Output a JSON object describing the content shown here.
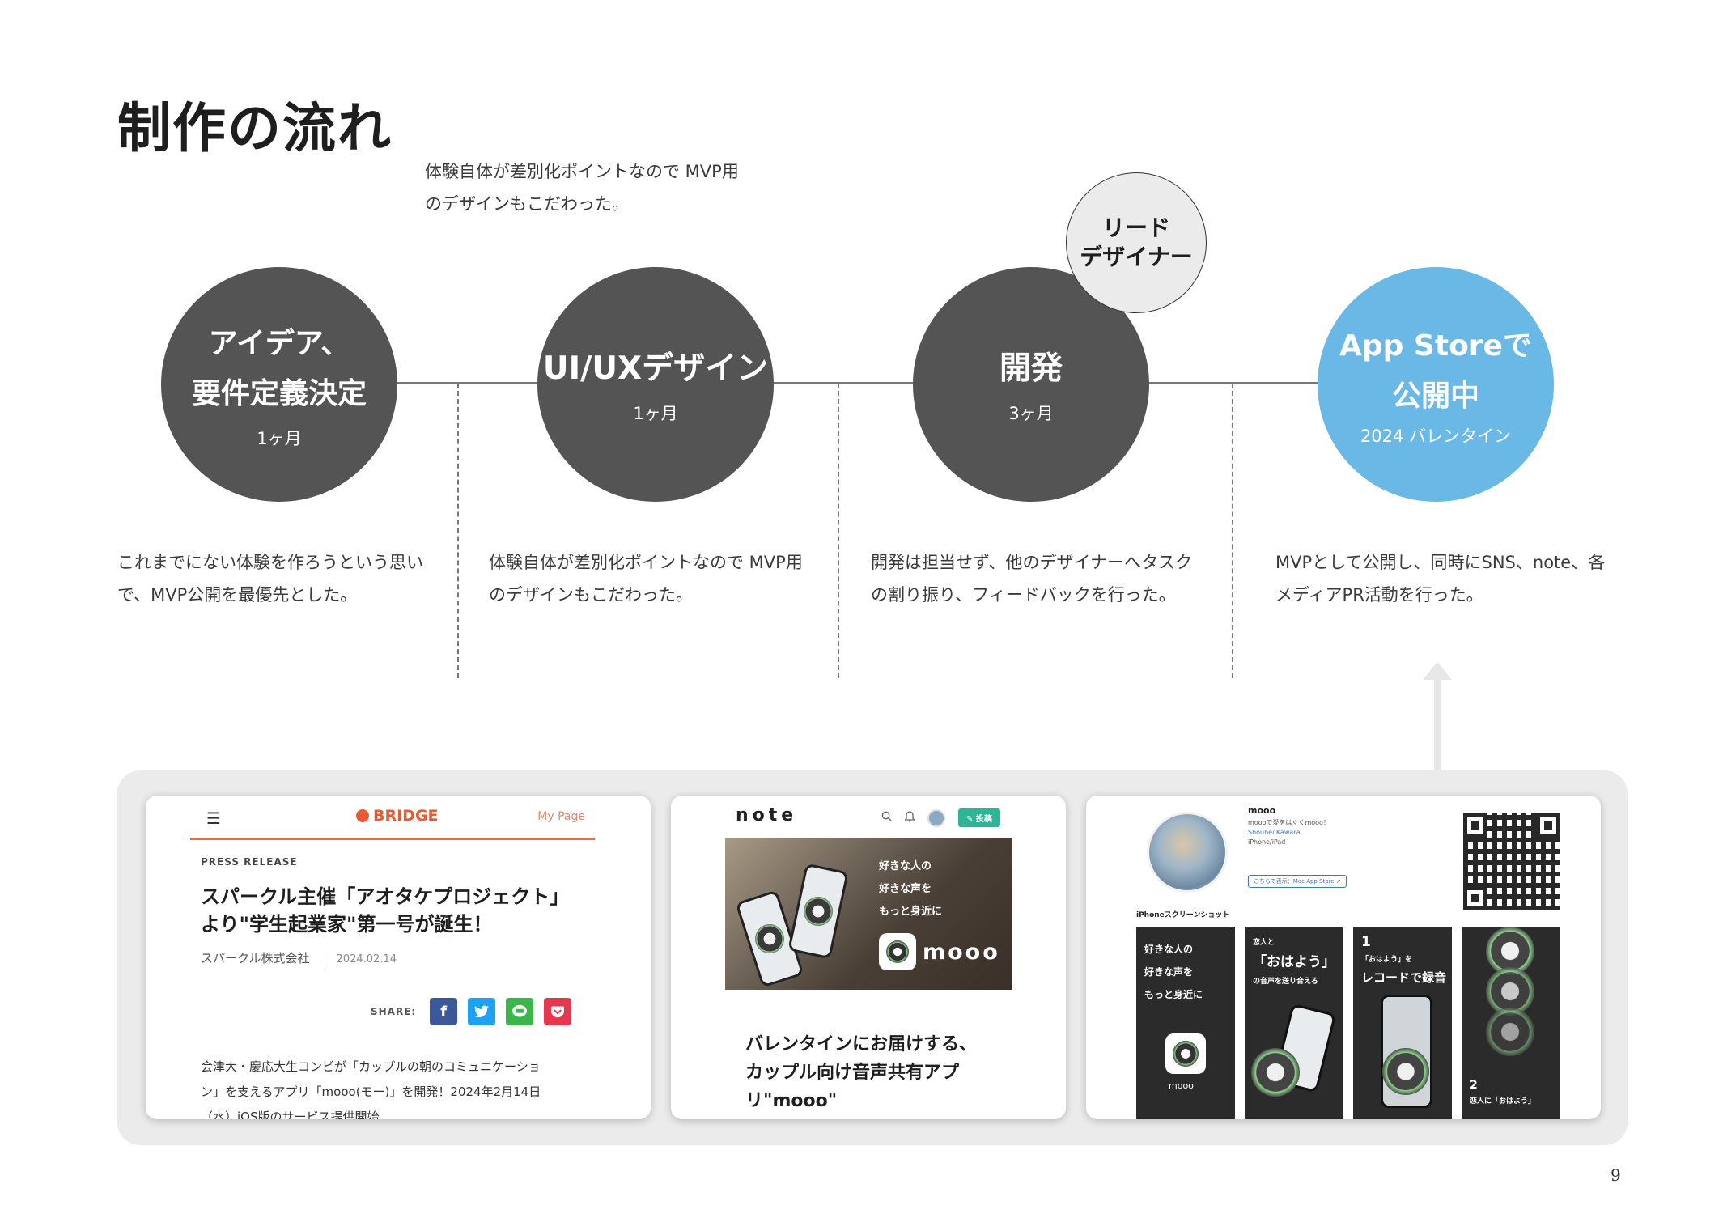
{
  "title": "制作の流れ",
  "top_note": {
    "line1": "体験自体が差別化ポイントなので MVP用",
    "line2": "のデザインもこだわった。"
  },
  "steps": [
    {
      "title_line1": "アイデア、",
      "title_line2": "要件定義決定",
      "duration": "1ヶ月",
      "desc_line1": "これまでにない体験を作ろうという思い",
      "desc_line2": "で、MVP公開を最優先とした。"
    },
    {
      "title_line1": "UI/UXデザイン",
      "duration": "1ヶ月",
      "desc_line1": "体験自体が差別化ポイントなので MVP用",
      "desc_line2": "のデザインもこだわった。"
    },
    {
      "title_line1": "開発",
      "duration": "3ヶ月",
      "desc_line1": "開発は担当せず、他のデザイナーへタスク",
      "desc_line2": "の割り振り、フィードバックを行った。"
    },
    {
      "title_line1": "App Storeで",
      "title_line2": "公開中",
      "duration": "2024 バレンタイン",
      "desc_line1": "MVPとして公開し、同時にSNS、note、各",
      "desc_line2": "メディアPR活動を行った。"
    }
  ],
  "lead_badge": {
    "line1": "リード",
    "line2": "デザイナー"
  },
  "bridge_card": {
    "menu_icon": "hamburger-icon",
    "logo": "BRIDGE",
    "my_page": "My Page",
    "label": "PRESS RELEASE",
    "headline_line1": "スパークル主催「アオタケプロジェクト」",
    "headline_line2": "より\"学生起業家\"第一号が誕生！",
    "publisher": "スパークル株式会社",
    "date": "2024.02.14",
    "share_label": "SHARE:",
    "share_icons": [
      "facebook-icon",
      "twitter-icon",
      "line-icon",
      "pocket-icon"
    ],
    "share_colors": [
      "#3b5998",
      "#1da1f2",
      "#3cb54a",
      "#e8374c"
    ],
    "body_line1": "会津大・慶応大生コンビが「カップルの朝のコミュニケーショ",
    "body_line2": "ン」を支えるアプリ「mooo(モー)」を開発！2024年2月14日",
    "body_line3": "（水）iOS版のサービス提供開始"
  },
  "note_card": {
    "logo": "note",
    "post_label": "投稿",
    "hero_line1": "好きな人の",
    "hero_line2": "好きな声を",
    "hero_line3": "もっと身近に",
    "hero_brand": "mooo",
    "title_line1": "バレンタインにお届けする、",
    "title_line2": "カップル向け音声共有アプ",
    "title_line3": "リ\"mooo\""
  },
  "appstore_card": {
    "app_name": "mooo",
    "subtitle": "moooで愛をはぐくmooo！",
    "developer": "Shouhei Kawara",
    "category": "iPhone/iPad",
    "store_button": "こちらで表示：Mac App Store ↗",
    "section": "iPhoneスクリーンショット",
    "shot1_line1": "好きな人の",
    "shot1_line2": "好きな声を",
    "shot1_line3": "もっと身近に",
    "shot1_brand": "mooo",
    "shot2_line1": "恋人と",
    "shot2_line2": "「おはよう」",
    "shot2_line3": "の音声を送り合える",
    "shot3_num": "1",
    "shot3_line1": "「おはよう」を",
    "shot3_line2": "レコードで録音",
    "shot4_num": "2",
    "shot4_line1": "恋人に「おはよう」"
  },
  "page_number": "9"
}
